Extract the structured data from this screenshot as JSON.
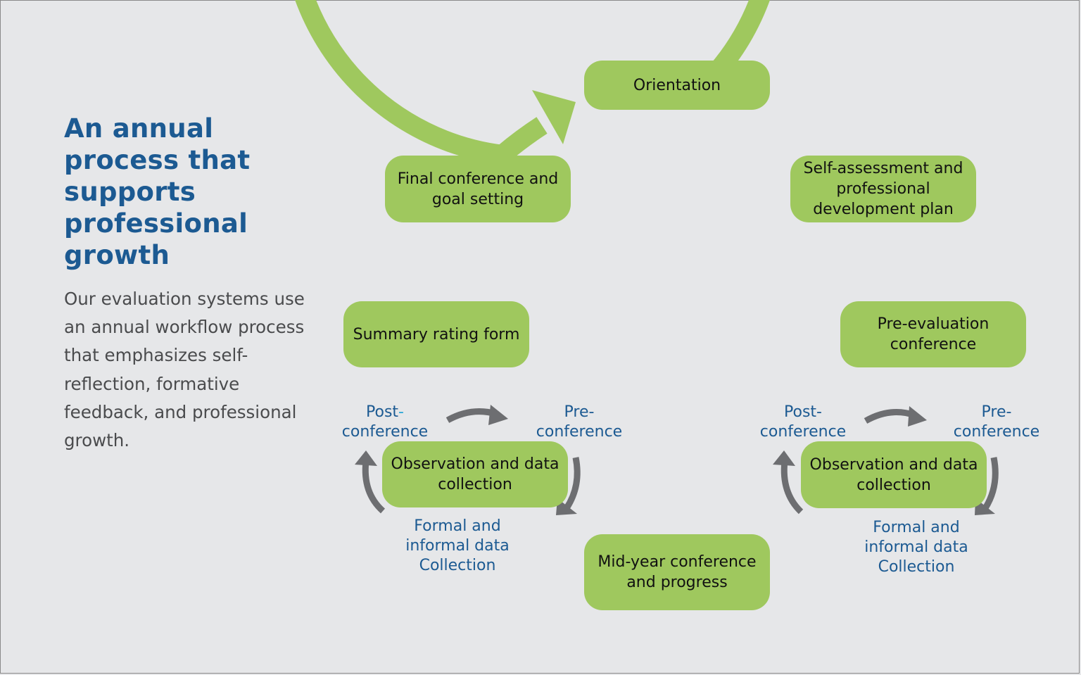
{
  "heading": "An annual process that supports professional growth",
  "body": "Our evaluation systems use an annual workflow process that emphasizes self-reflection, formative feedback, and professional growth.",
  "colors": {
    "background": "#e6e7e9",
    "ring_green": "#9fc85e",
    "heading_blue": "#1c5a92",
    "body_gray": "#4a4b4d",
    "arrow_gray": "#6d6e71"
  },
  "cycle": {
    "steps": [
      "Orientation",
      "Self-assessment and professional development plan",
      "Pre-evaluation conference",
      "Observation and data collection",
      "Mid-year conference and progress",
      "Observation and data collection",
      "Summary rating form",
      "Final conference and goal setting"
    ],
    "sub_cycle_left": {
      "post": {
        "line1": "Post",
        "hyphen": "-",
        "line2": "conference"
      },
      "pre": "Pre-\nconference",
      "pre_line1": "Pre-",
      "pre_line2": "conference",
      "formal_line1": "Formal and",
      "formal_line2": "informal data",
      "formal_line3": "Collection"
    },
    "sub_cycle_right": {
      "post_line1": "Post-",
      "post_line2": "conference",
      "pre_line1": "Pre-",
      "pre_line2": "conference",
      "formal_line1": "Formal and",
      "formal_line2": "informal data",
      "formal_line3": "Collection"
    }
  }
}
